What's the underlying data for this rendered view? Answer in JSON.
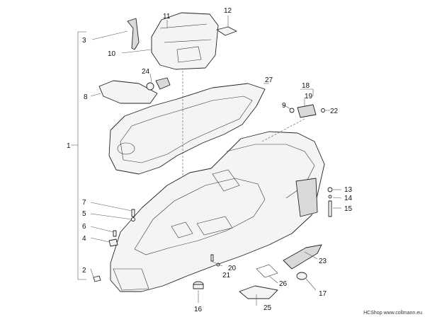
{
  "callouts": [
    "1",
    "2",
    "3",
    "4",
    "5",
    "6",
    "7",
    "8",
    "9",
    "10",
    "11",
    "12",
    "13",
    "14",
    "15",
    "16",
    "17",
    "18",
    "19",
    "20",
    "21",
    "22",
    "23",
    "24",
    "25",
    "26",
    "27"
  ],
  "footer": "HCShop www.collmann.eu"
}
